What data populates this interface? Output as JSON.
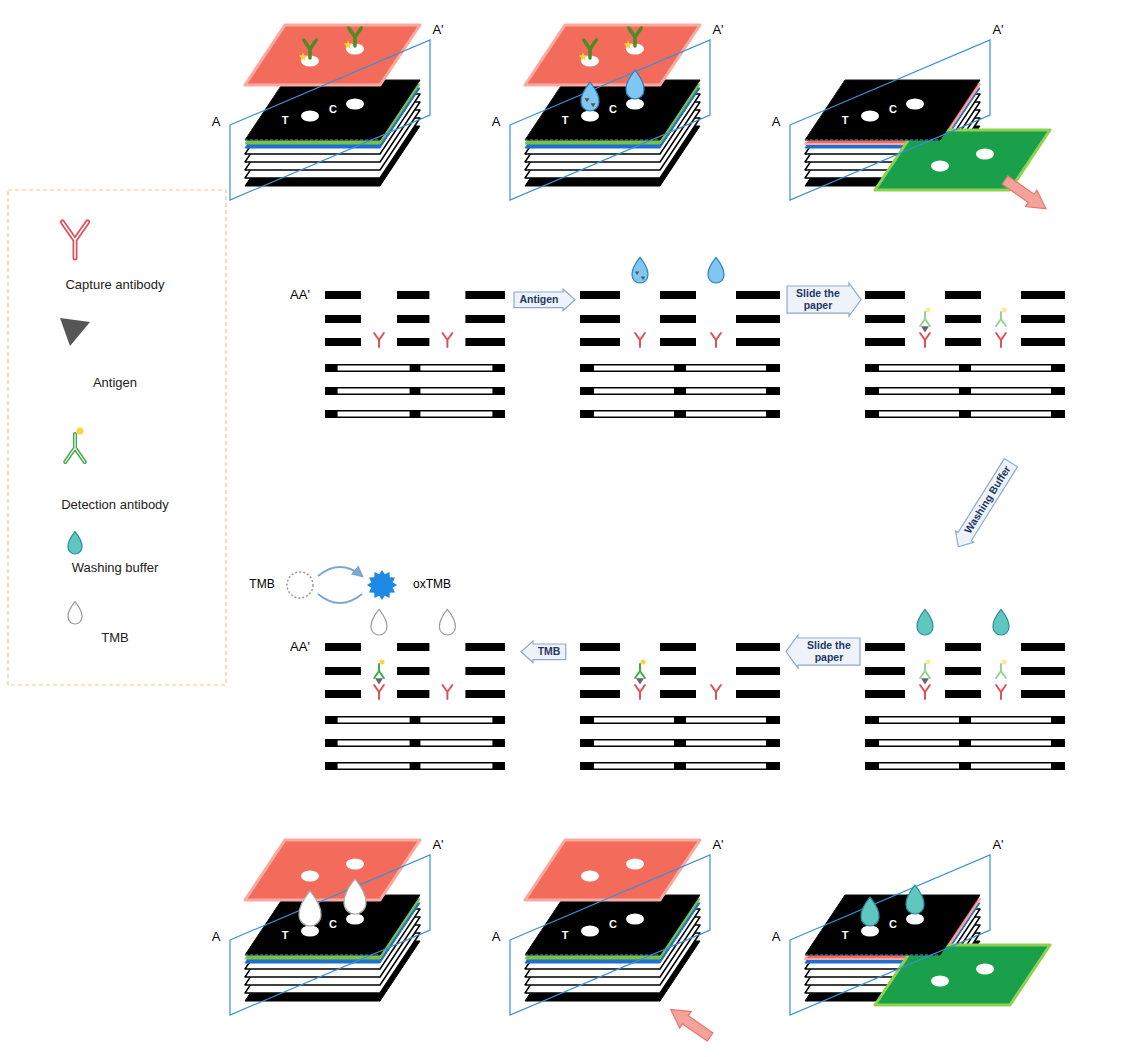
{
  "diagram": {
    "nodes": [
      {
        "text": [
          "Antigen"
        ]
      },
      {
        "text": [
          "Slide the paper"
        ]
      },
      {
        "text": [
          "Washing Buffer"
        ]
      },
      {
        "text": [
          "Slide the paper"
        ]
      },
      {
        "text": [
          "TMB"
        ]
      }
    ],
    "labels": [
      "A'",
      "A",
      "T",
      "C",
      "A'",
      "A",
      "T",
      "C",
      "A'",
      "A",
      "T",
      "C",
      "A'",
      "A",
      "T",
      "C",
      "A'",
      "A",
      "T",
      "C",
      "A'",
      "A",
      "T",
      "C",
      "AA'",
      "AA'",
      "TMB",
      "oxTMB"
    ],
    "legend": [
      {
        "text": "Capture antibody"
      },
      {
        "text": "Antigen"
      },
      {
        "text": "Detection antibody"
      },
      {
        "text": "Washing buffer"
      },
      {
        "text": "TMB"
      }
    ]
  }
}
